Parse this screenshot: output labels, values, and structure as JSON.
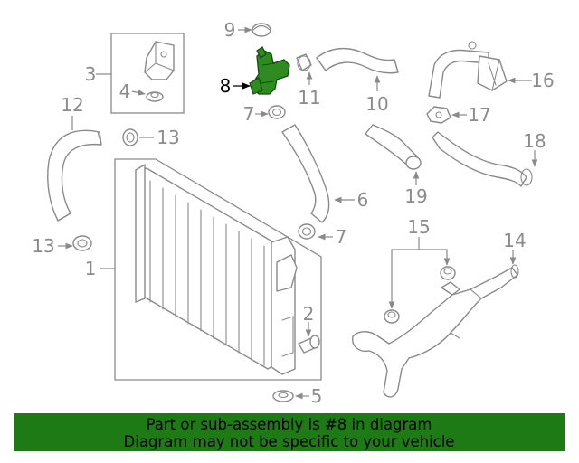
{
  "callouts": {
    "c1": "1",
    "c2": "2",
    "c3": "3",
    "c4": "4",
    "c5": "5",
    "c6": "6",
    "c7a": "7",
    "c7b": "7",
    "c8": "8",
    "c9": "9",
    "c10": "10",
    "c11": "11",
    "c12": "12",
    "c13a": "13",
    "c13b": "13",
    "c14": "14",
    "c15": "15",
    "c16": "16",
    "c17": "17",
    "c18": "18",
    "c19": "19"
  },
  "highlight": {
    "part_number": "8",
    "color": "#2e8b1f"
  },
  "footer": {
    "line1": "Part or sub-assembly is #8 in diagram",
    "line2": "Diagram may not be specific to your vehicle",
    "background": "#1e7a14"
  }
}
